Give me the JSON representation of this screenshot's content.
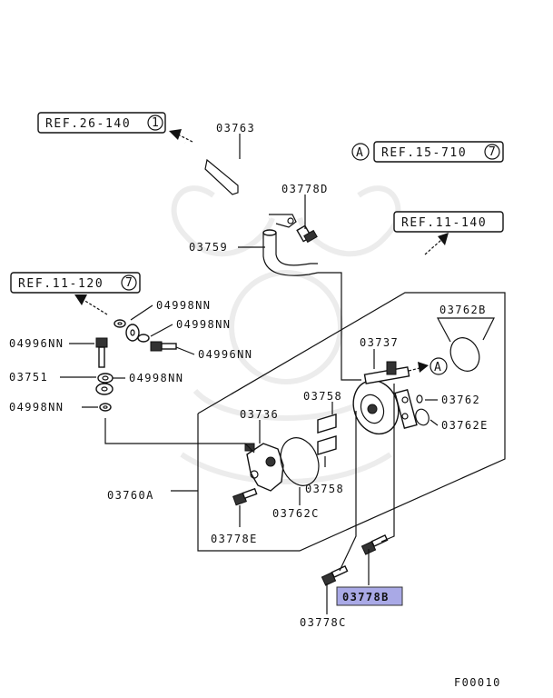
{
  "refs": {
    "ref1": {
      "text": "REF.26-140",
      "circle": "1"
    },
    "ref2": {
      "text": "REF.15-710",
      "circle": "7"
    },
    "ref3": {
      "text": "REF.11-140"
    },
    "ref4": {
      "text": "REF.11-120",
      "circle": "7"
    },
    "markerA1": "A",
    "markerA2": "A"
  },
  "parts": {
    "p03763": "03763",
    "p03778D": "03778D",
    "p03759": "03759",
    "p04998NN_1": "04998NN",
    "p04998NN_2": "04998NN",
    "p04996NN_1": "04996NN",
    "p04996NN_2": "04996NN",
    "p03751": "03751",
    "p04998NN_3": "04998NN",
    "p04998NN_4": "04998NN",
    "p03762B": "03762B",
    "p03737": "03737",
    "p03758_1": "03758",
    "p03762": "03762",
    "p03736": "03736",
    "p03762E": "03762E",
    "p03758_2": "03758",
    "p03760A": "03760A",
    "p03762C": "03762C",
    "p03778E": "03778E",
    "p03778B": "03778B",
    "p03778C": "03778C"
  },
  "highlight": {
    "part": "03778B",
    "color": "#a9a9e6"
  },
  "figure_code": "F00010"
}
